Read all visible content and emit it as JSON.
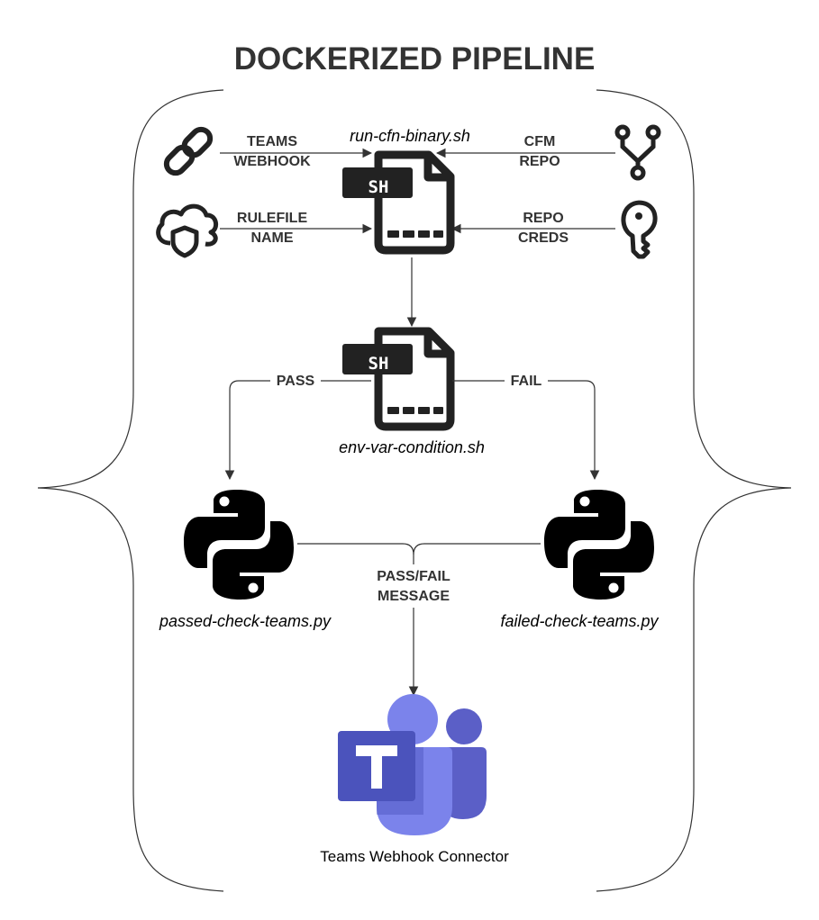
{
  "title": "DOCKERIZED PIPELINE",
  "inputs": {
    "teams_webhook": [
      "TEAMS",
      "WEBHOOK"
    ],
    "rulefile_name": [
      "RULEFILE",
      "NAME"
    ],
    "cfm_repo": [
      "CFM",
      "REPO"
    ],
    "repo_creds": [
      "REPO",
      "CREDS"
    ]
  },
  "scripts": {
    "run_script": "run-cfn-binary.sh",
    "condition_script": "env-var-condition.sh",
    "sh_badge": "SH"
  },
  "branches": {
    "pass": "PASS",
    "fail": "FAIL"
  },
  "python": {
    "passed": "passed-check-teams.py",
    "failed": "failed-check-teams.py"
  },
  "message": [
    "PASS/FAIL",
    "MESSAGE"
  ],
  "output": {
    "connector": "Teams Webhook Connector"
  },
  "colors": {
    "text": "#333333",
    "icon": "#222222",
    "teams_purple": "#5b5fc7",
    "teams_light": "#7b83eb",
    "teams_dark": "#4b53bc"
  }
}
